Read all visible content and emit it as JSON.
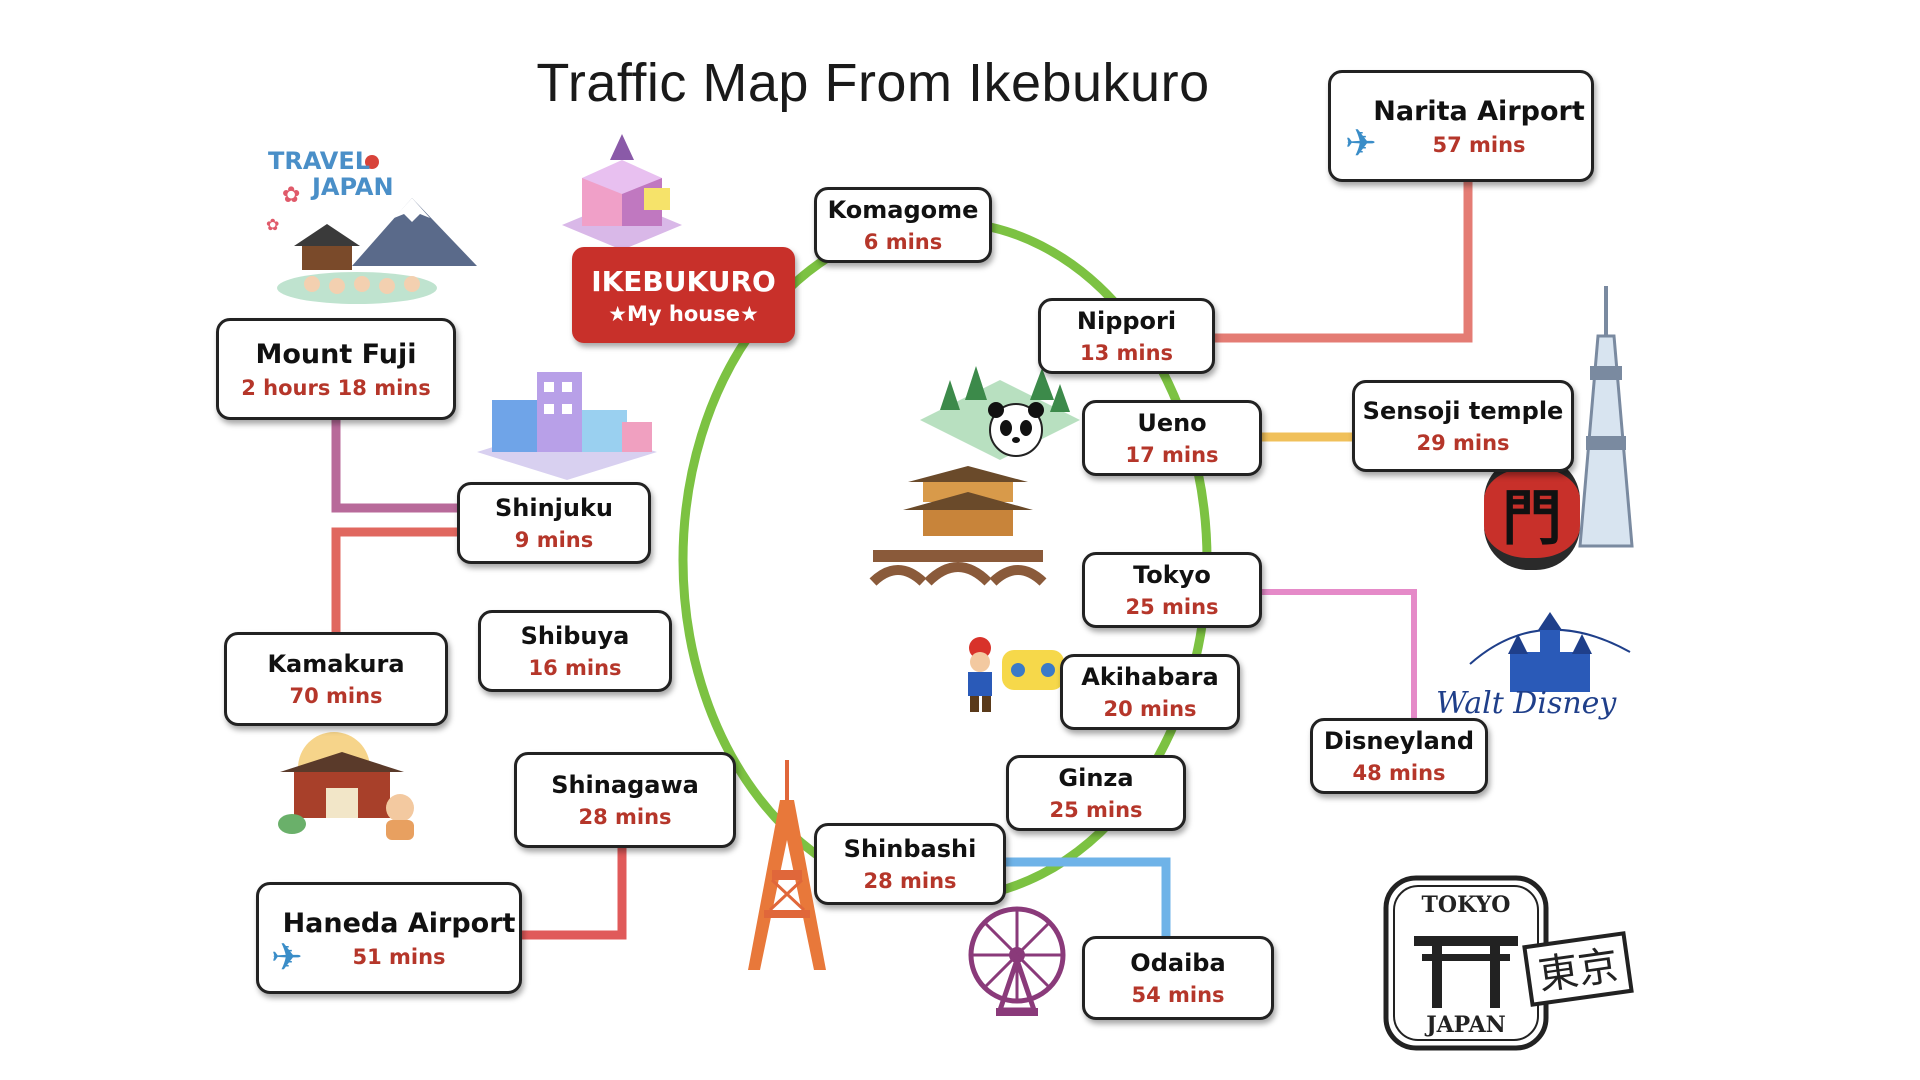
{
  "title": "Traffic Map From Ikebukuro",
  "home": {
    "name": "IKEBUKURO",
    "subtitle": "★My house★"
  },
  "stations": {
    "komagome": {
      "name": "Komagome",
      "time": "6 mins"
    },
    "nippori": {
      "name": "Nippori",
      "time": "13 mins"
    },
    "ueno": {
      "name": "Ueno",
      "time": "17 mins"
    },
    "tokyo": {
      "name": "Tokyo",
      "time": "25 mins"
    },
    "akihabara": {
      "name": "Akihabara",
      "time": "20 mins"
    },
    "ginza": {
      "name": "Ginza",
      "time": "25 mins"
    },
    "shinbashi": {
      "name": "Shinbashi",
      "time": "28 mins"
    },
    "shinagawa": {
      "name": "Shinagawa",
      "time": "28 mins"
    },
    "shibuya": {
      "name": "Shibuya",
      "time": "16 mins"
    },
    "shinjuku": {
      "name": "Shinjuku",
      "time": "9 mins"
    }
  },
  "destinations": {
    "narita": {
      "name": "Narita Airport",
      "time": "57 mins",
      "icon": "airplane-icon"
    },
    "sensoji": {
      "name": "Sensoji temple",
      "time": "29 mins"
    },
    "disneyland": {
      "name": "Disneyland",
      "time": "48 mins"
    },
    "odaiba": {
      "name": "Odaiba",
      "time": "54 mins"
    },
    "haneda": {
      "name": "Haneda Airport",
      "time": "51 mins",
      "icon": "airplane-icon"
    },
    "kamakura": {
      "name": "Kamakura",
      "time": "70 mins"
    },
    "mount_fuji": {
      "name": "Mount Fuji",
      "time": "2 hours 18 mins"
    }
  },
  "decorations": {
    "travel_badge": {
      "line1": "TRAVEL",
      "line2": "JAPAN"
    },
    "disney_logo": "Walt Disney",
    "stamp": {
      "top": "TOKYO",
      "bottom": "JAPAN",
      "kanji": "東京"
    },
    "lantern_kanji": "門"
  },
  "colors": {
    "loop_line": "#7cc242",
    "narita_line": "#e47c74",
    "sensoji_line": "#f0c05a",
    "disneyland_line": "#e58ac8",
    "odaiba_line": "#6fb3e8",
    "haneda_line": "#e05a5a",
    "kamakura_line": "#e0675f",
    "mount_fuji_line": "#b86a9a",
    "time_text": "#b5362a",
    "home_box": "#c8302a"
  }
}
